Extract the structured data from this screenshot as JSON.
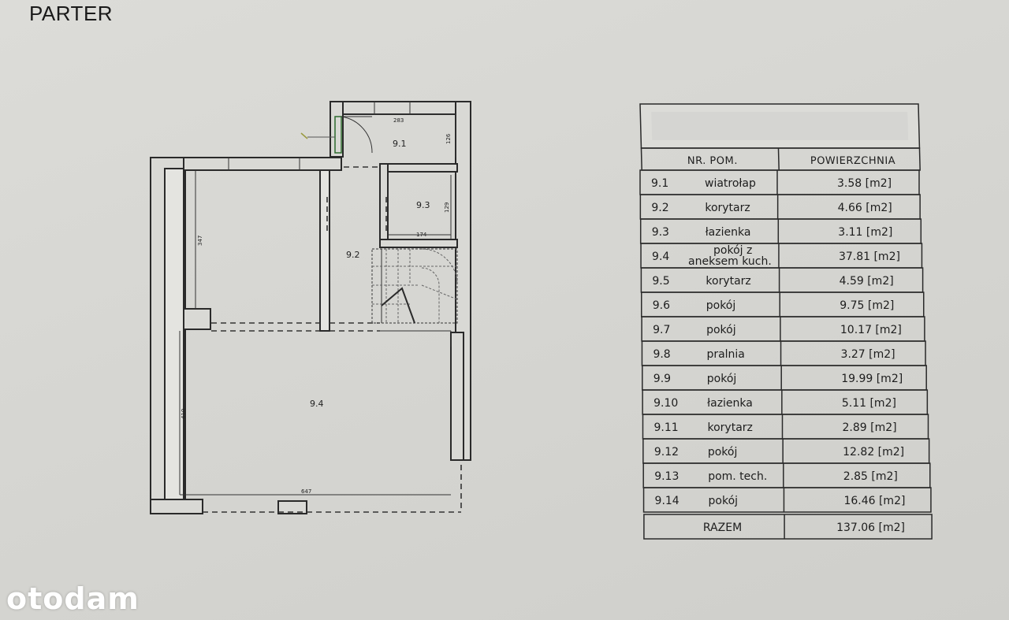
{
  "heading": "PARTER",
  "plan": {
    "room_labels": [
      "9.1",
      "9.3",
      "9.2",
      "9.4"
    ],
    "dimensions": [
      "283",
      "126",
      "129",
      "174",
      "347",
      "410",
      "647"
    ]
  },
  "table": {
    "col_no": "NR. POM.",
    "col_area": "POWIERZCHNIA",
    "rows": [
      {
        "no": "9.1",
        "name": "wiatrołap",
        "area": "3.58 [m2]"
      },
      {
        "no": "9.2",
        "name": "korytarz",
        "area": "4.66 [m2]"
      },
      {
        "no": "9.3",
        "name": "łazienka",
        "area": "3.11 [m2]"
      },
      {
        "no": "9.4",
        "name": "pokój z aneksem kuch.",
        "area": "37.81 [m2]"
      },
      {
        "no": "9.5",
        "name": "korytarz",
        "area": "4.59 [m2]"
      },
      {
        "no": "9.6",
        "name": "pokój",
        "area": "9.75 [m2]"
      },
      {
        "no": "9.7",
        "name": "pokój",
        "area": "10.17 [m2]"
      },
      {
        "no": "9.8",
        "name": "pralnia",
        "area": "3.27 [m2]"
      },
      {
        "no": "9.9",
        "name": "pokój",
        "area": "19.99 [m2]"
      },
      {
        "no": "9.10",
        "name": "łazienka",
        "area": "5.11 [m2]"
      },
      {
        "no": "9.11",
        "name": "korytarz",
        "area": "2.89 [m2]"
      },
      {
        "no": "9.12",
        "name": "pokój",
        "area": "12.82 [m2]"
      },
      {
        "no": "9.13",
        "name": "pom. tech.",
        "area": "2.85 [m2]"
      },
      {
        "no": "9.14",
        "name": "pokój",
        "area": "16.46 [m2]"
      }
    ],
    "total_label": "RAZEM",
    "total_value": "137.06 [m2]"
  },
  "watermark": "otodam"
}
